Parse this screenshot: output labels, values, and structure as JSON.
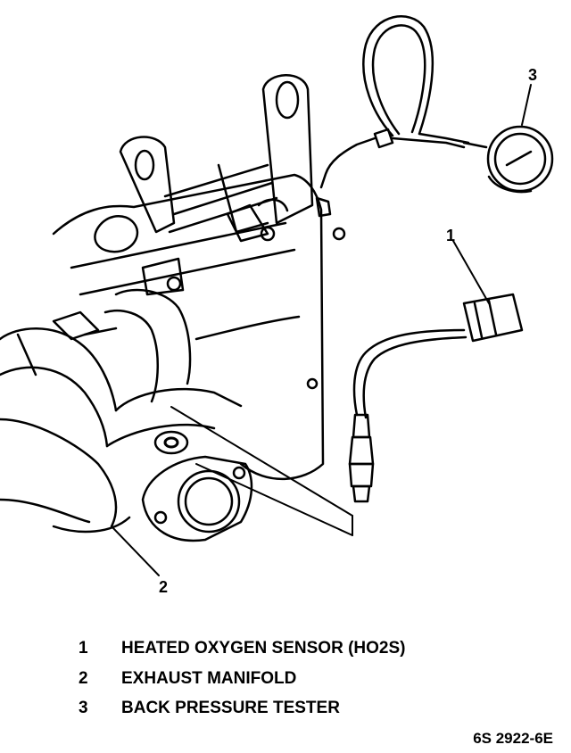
{
  "callouts": {
    "c1": "1",
    "c2": "2",
    "c3": "3"
  },
  "legend": [
    {
      "number": "1",
      "text": "HEATED OXYGEN SENSOR (HO2S)"
    },
    {
      "number": "2",
      "text": "EXHAUST MANIFOLD"
    },
    {
      "number": "3",
      "text": "BACK PRESSURE TESTER"
    }
  ],
  "figure_code": "6S 2922-6E"
}
